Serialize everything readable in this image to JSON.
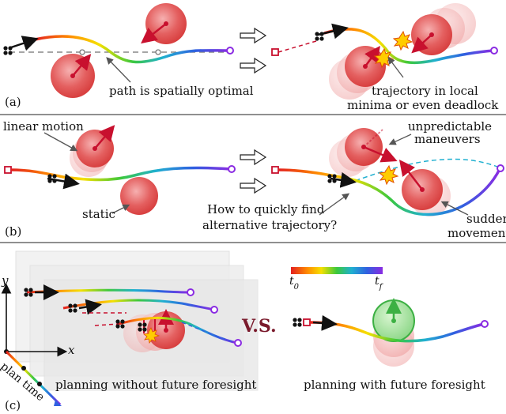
{
  "panels": {
    "a": {
      "tag": "(a)"
    },
    "b": {
      "tag": "(b)"
    },
    "c": {
      "tag": "(c)"
    }
  },
  "labels": {
    "path_spatially_optimal": "path is spatially optimal",
    "trajectory_local_minima_1": "trajectory in local",
    "trajectory_local_minima_2": "minima or even deadlock",
    "linear_motion": "linear motion",
    "static": "static",
    "unpredictable_1": "unpredictable",
    "unpredictable_2": "maneuvers",
    "how_to_find_1": "How to quickly find",
    "how_to_find_2": "alternative trajectory?",
    "sudden_1": "sudden",
    "sudden_2": "movement",
    "vs": "V.S.",
    "axis_y": "y",
    "axis_x": "x",
    "plan_time": "plan time",
    "planning_without": "planning without future foresight",
    "planning_with": "planning with future foresight",
    "colorbar_start": "t0",
    "colorbar_end": "tf"
  },
  "colors": {
    "obstacle": "#e04848",
    "arrow_red": "#c8102e",
    "goal_purple": "#8a2be2",
    "start_red": "#c8102e",
    "foresight_green": "#3cb043",
    "vs_color": "#7a1a2c"
  }
}
